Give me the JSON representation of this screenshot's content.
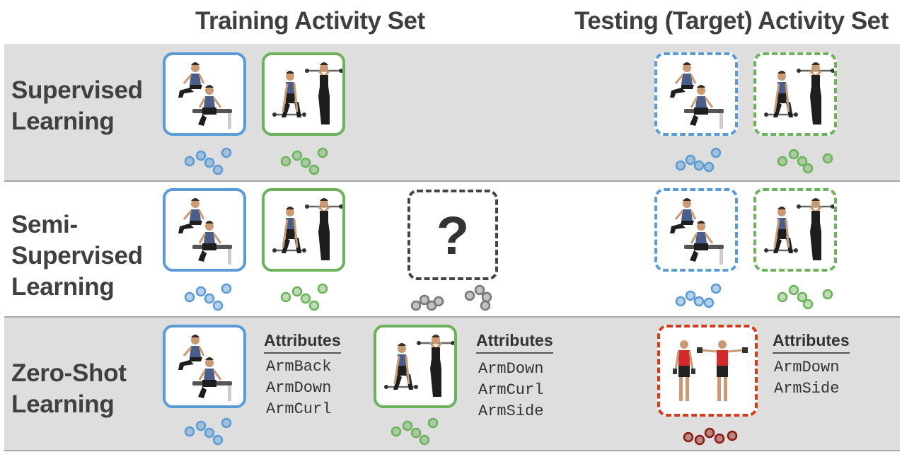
{
  "headers": {
    "training": "Training Activity Set",
    "testing": "Testing (Target) Activity Set"
  },
  "rows": {
    "supervised": {
      "label_lines": [
        "Supervised",
        "Learning"
      ]
    },
    "semi": {
      "label_lines": [
        "Semi-",
        "Supervised",
        "Learning"
      ],
      "unknown_symbol": "?"
    },
    "zero": {
      "label_lines": [
        "Zero-Shot",
        "Learning"
      ],
      "attr_title": "Attributes",
      "attrs_blue": [
        "ArmBack",
        "ArmDown",
        "ArmCurl"
      ],
      "attrs_green": [
        "ArmDown",
        "ArmCurl",
        "ArmSide"
      ],
      "attrs_red": [
        "ArmDown",
        "ArmSide"
      ]
    }
  },
  "colors": {
    "blue": "#5b9bd5",
    "green": "#6cb25a",
    "unlabeled": "#777777",
    "red": "#8b1a10",
    "band": "#dedede"
  }
}
